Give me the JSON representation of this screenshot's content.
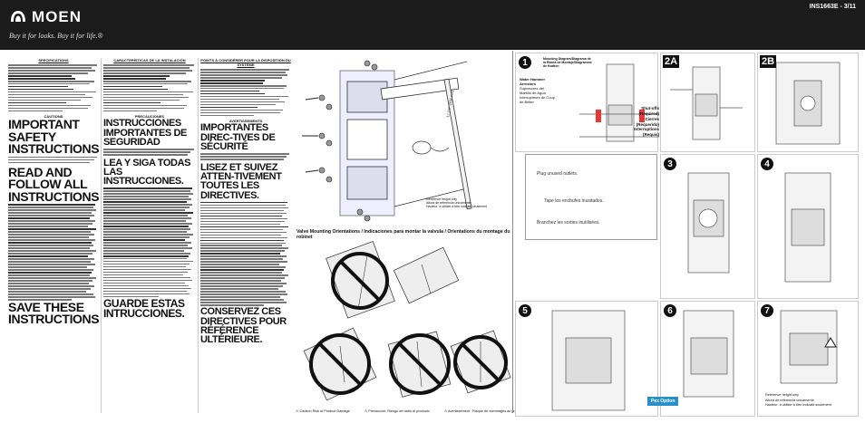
{
  "header": {
    "brand": "MOEN",
    "tagline": "Buy it for looks. Buy it for life.®",
    "doc_number": "INS1663E - 3/11"
  },
  "col1": {
    "spec_title": "SPECIFICATIONS",
    "caution": "CAUTIONS",
    "heading_1": "IMPORTANT SAFETY INSTRUCTIONS",
    "heading_2": "READ AND FOLLOW ALL INSTRUCTIONS.",
    "footer": "SAVE THESE INSTRUCTIONS."
  },
  "col2": {
    "spec_title": "CARACTERÍSTICAS DE LA INSTALACIÓN",
    "caution": "PRECAUCIONES",
    "heading_1": "INSTRUCCIONES IMPORTANTES DE SEGURIDAD",
    "heading_2": "LEA Y SIGA TODAS LAS INSTRUCCIONES.",
    "footer": "GUARDE ESTAS INTRUCCIONES."
  },
  "col3": {
    "spec_title": "POINTS À CONSIDÉRER POUR LA DISPOSITION DU SYSTÈME",
    "caution": "AVERTISSEMENTS",
    "heading_1": "IMPORTANTES DIREC-TIVES DE SÉCURITÉ",
    "heading_2": "LISEZ ET SUIVEZ ATTEN-TIVEMENT TOUTES LES DIRECTIVES.",
    "footer": "CONSERVEZ CES DIRECTIVES POUR RÉFÉRENCE ULTÉRIEURE."
  },
  "exploded": {
    "callout_1": "Reference height only",
    "callout_2": "Altura de referencia únicamente",
    "callout_3": "Hauteur: à utiliser à titre indicatif seulement"
  },
  "orientation_title": "Valve Mounting Orientations / Indicaciones para montar la valvula / Orientations du montage du robinet",
  "legend": [
    "Caution Risk of Product Damage",
    "Precaución: Riesgo de daño al producto",
    "Avertissement : Risque de dommages au produit"
  ],
  "steps": {
    "s1": "1",
    "s2a": "2A",
    "s2b": "2B",
    "s3": "3",
    "s4": "4",
    "s5": "5",
    "s6": "6",
    "s7": "7"
  },
  "step1": {
    "label_1": "Mounting Diagram/Diagrama de la Planta de Montaje/Diagramme de fixation",
    "label_2": "Water Hammer Arrestors",
    "label_3": "Supresores del Martillo de Agua",
    "label_4": "Interrupteurs de Coup de Bélier",
    "shutoff": "Shut-offs (Required) Cierres (Requerido) Interruptions (Requis)"
  },
  "plug": {
    "line_1": "Plug unused outlets.",
    "line_2": "Tape los enchufes inusitados.",
    "line_3": "Branchez les sorties inutilisées."
  },
  "pex": "Pex Option",
  "ref": {
    "line_1": "Reference height only",
    "line_2": "Altura de referencia únicamente",
    "line_3": "Hauteur: à utiliser à titre indicatif seulement"
  }
}
